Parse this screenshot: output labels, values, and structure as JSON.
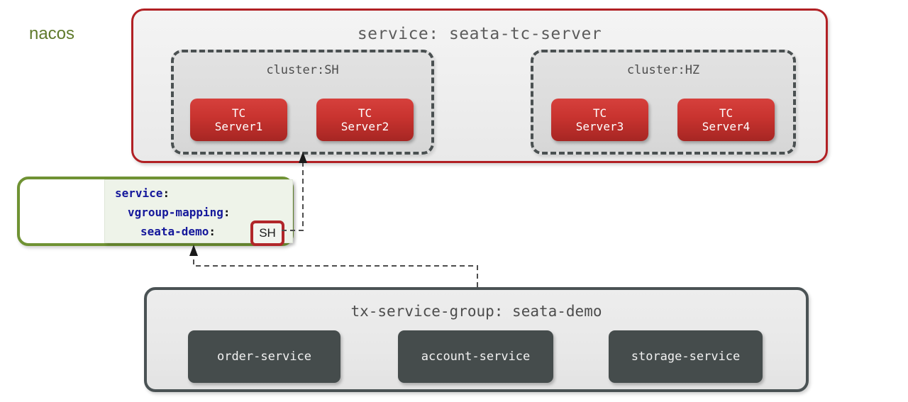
{
  "diagram": {
    "title_region": "seata nacos registry architecture",
    "tc_panel": {
      "title": "service: seata-tc-server",
      "border_color": "#b12024",
      "clusters": [
        {
          "label": "cluster:SH",
          "servers": [
            {
              "line1": "TC",
              "line2": "Server1"
            },
            {
              "line1": "TC",
              "line2": "Server2"
            }
          ]
        },
        {
          "label": "cluster:HZ",
          "servers": [
            {
              "line1": "TC",
              "line2": "Server3"
            },
            {
              "line1": "TC",
              "line2": "Server4"
            }
          ]
        }
      ],
      "server_color": "#c8332f"
    },
    "nacos": {
      "label": "nacos",
      "border_color": "#6f9233",
      "label_color": "#5f7a2b",
      "config": {
        "line1_key": "service",
        "line1_colon": ":",
        "line2_key": "vgroup-mapping",
        "line2_colon": ":",
        "line3_key": "seata-demo",
        "line3_colon": ":",
        "mapping_value": "SH",
        "key_color": "#15189b",
        "value_badge_border": "#b1262a"
      }
    },
    "tx_group": {
      "title": "tx-service-group: seata-demo",
      "border_color": "#4a5254",
      "services": [
        {
          "label": "order-service"
        },
        {
          "label": "account-service"
        },
        {
          "label": "storage-service"
        }
      ],
      "service_color": "#454c4c"
    },
    "connectors": [
      {
        "name": "mapping-to-cluster-sh",
        "from": "SH value badge",
        "to": "cluster:SH",
        "style": "dashed",
        "arrowhead": "filled-triangle-up"
      },
      {
        "name": "tx-group-to-nacos",
        "from": "tx-service-group panel",
        "to": "nacos panel",
        "style": "dashed",
        "arrowhead": "filled-triangle-up"
      }
    ]
  }
}
